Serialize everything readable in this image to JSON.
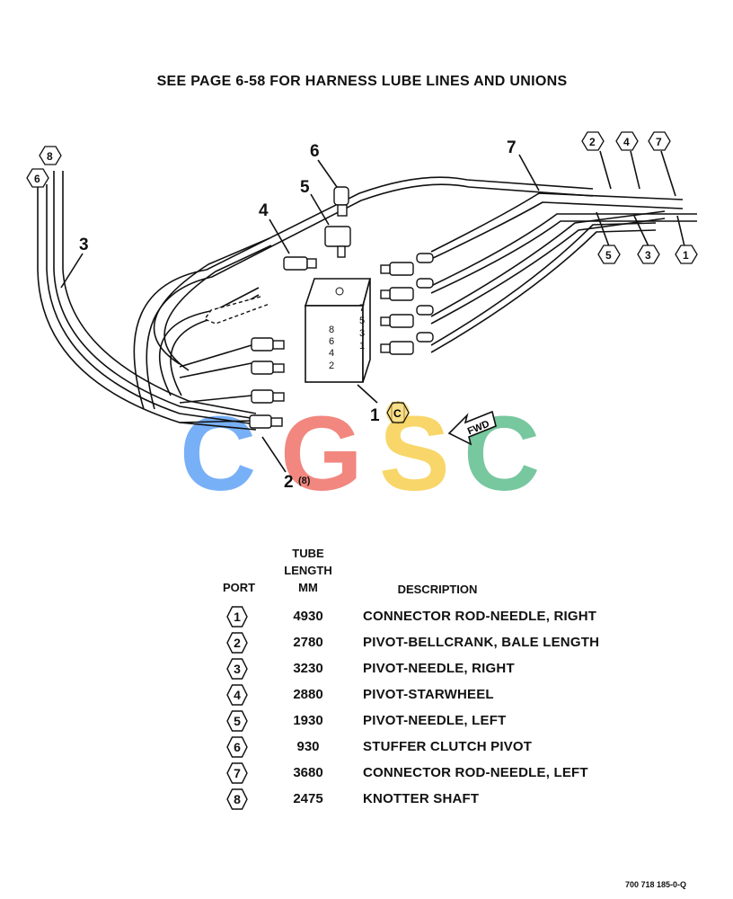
{
  "note": "SEE PAGE 6-58 FOR HARNESS LUBE LINES AND UNIONS",
  "callouts": {
    "c1": "1",
    "c1_code": "C",
    "c2": "2",
    "c2_qty": "(8)",
    "c3": "3",
    "c4": "4",
    "c5": "5",
    "c6": "6",
    "c7": "7",
    "hex_left": [
      "6",
      "8"
    ],
    "hex_top_right": [
      "2",
      "4",
      "7"
    ],
    "hex_bottom_right": [
      "5",
      "3",
      "1"
    ],
    "fwd": "FWD",
    "block_ports_left": [
      "8",
      "6",
      "4",
      "2"
    ],
    "block_ports_right": [
      "7",
      "5",
      "3",
      "1"
    ]
  },
  "watermark": {
    "letters": [
      "C",
      "G",
      "S",
      "C"
    ],
    "colors": [
      "#6aa8f7",
      "#f07b72",
      "#f8d259",
      "#69c195"
    ]
  },
  "table": {
    "headers": {
      "port": "PORT",
      "tube": "TUBE",
      "length": "LENGTH",
      "mm": "MM",
      "description": "DESCRIPTION"
    },
    "rows": [
      {
        "port": "1",
        "length": "4930",
        "description": "CONNECTOR ROD-NEEDLE, RIGHT"
      },
      {
        "port": "2",
        "length": "2780",
        "description": "PIVOT-BELLCRANK, BALE LENGTH"
      },
      {
        "port": "3",
        "length": "3230",
        "description": "PIVOT-NEEDLE, RIGHT"
      },
      {
        "port": "4",
        "length": "2880",
        "description": "PIVOT-STARWHEEL"
      },
      {
        "port": "5",
        "length": "1930",
        "description": "PIVOT-NEEDLE, LEFT"
      },
      {
        "port": "6",
        "length": "930",
        "description": "STUFFER CLUTCH PIVOT"
      },
      {
        "port": "7",
        "length": "3680",
        "description": "CONNECTOR ROD-NEEDLE, LEFT"
      },
      {
        "port": "8",
        "length": "2475",
        "description": "KNOTTER SHAFT"
      }
    ]
  },
  "figure_number": "700 718 185-0-Q"
}
